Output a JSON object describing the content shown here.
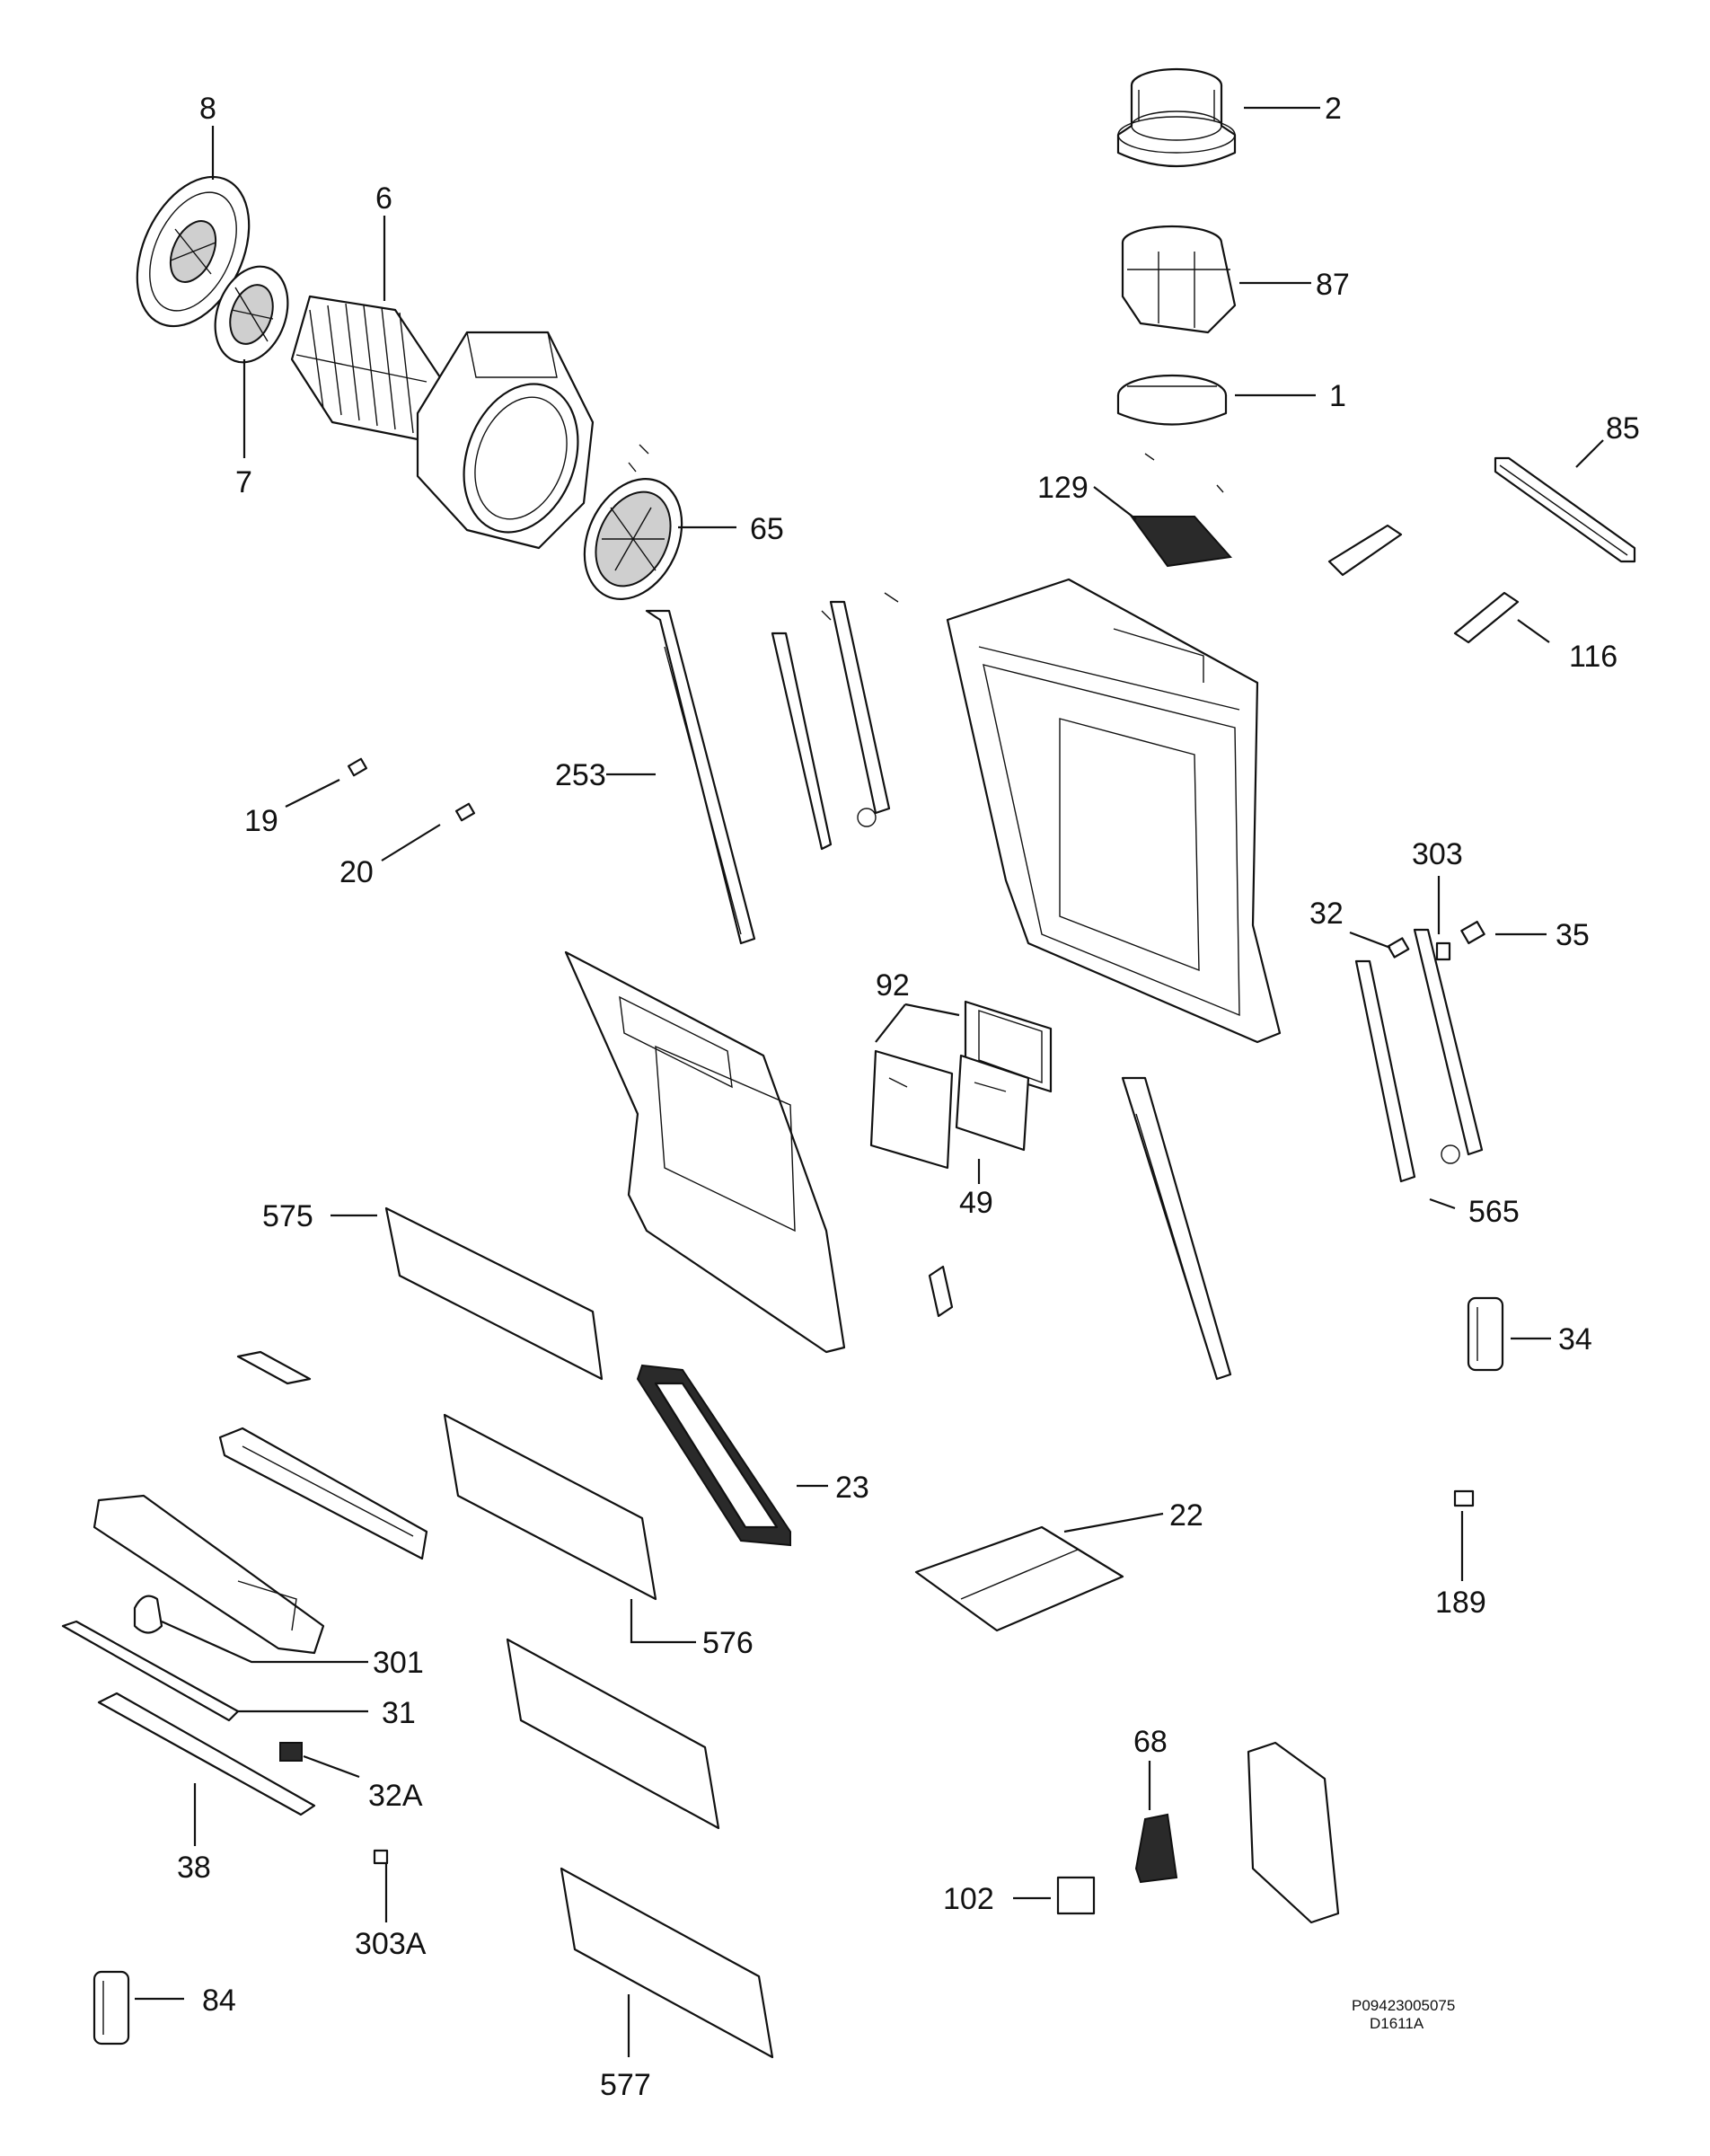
{
  "diagram": {
    "type": "exploded-parts-view",
    "callouts": [
      "8",
      "6",
      "7",
      "2",
      "87",
      "1",
      "85",
      "129",
      "116",
      "65",
      "253",
      "19",
      "20",
      "303",
      "32",
      "35",
      "92",
      "49",
      "565",
      "575",
      "34",
      "23",
      "22",
      "576",
      "189",
      "301",
      "31",
      "32A",
      "38",
      "303A",
      "68",
      "102",
      "84",
      "577"
    ],
    "footer_code_1": "P09423005075",
    "footer_code_2": "D1611A"
  }
}
